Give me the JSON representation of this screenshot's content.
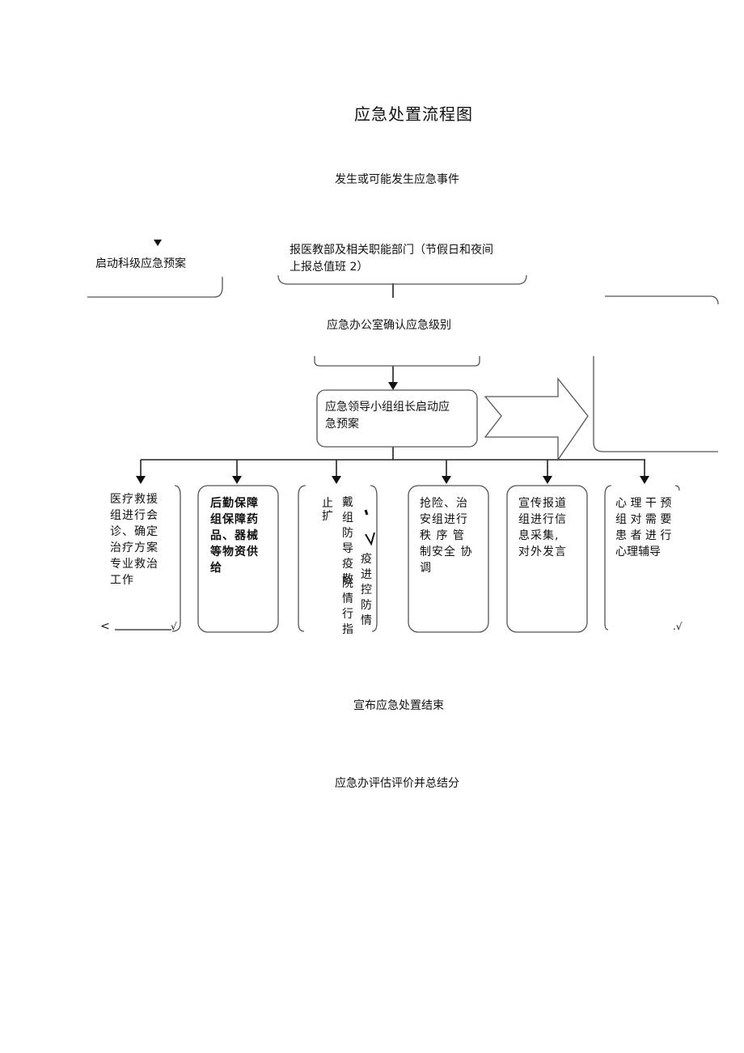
{
  "title": "应急处置流程图",
  "steps": {
    "occur": "发生或可能发生应急事件",
    "report_line1": "报医教部及相关职能部门（节假日和夜间",
    "report_line2": "上报总值班 2）",
    "dept_plan": "启动科级应急预案",
    "confirm_level": "应急办公室确认应急级别",
    "leader_line1": "应急领导小组组长启动应",
    "leader_line2": "急预案",
    "end": "宣布应急处置结束",
    "evaluate": "应急办评估评价并总结分"
  },
  "groups": [
    {
      "lines": [
        "医疗救援",
        "组进行会",
        "诊、确定",
        "治疗方案",
        "专业救治",
        "工作"
      ]
    },
    {
      "lines": [
        "后勤保障",
        "组保障药",
        "品、器械",
        "等物资供",
        "给"
      ]
    },
    {
      "lines": [
        "止",
        "扩"
      ],
      "col2": "戴组防导疫散",
      "col3": "院情行指",
      "col4": "疫进控防情"
    },
    {
      "lines": [
        "抢险、治",
        "安组进行",
        "秩 序 管",
        "制安全 协",
        "调"
      ]
    },
    {
      "lines": [
        "宣传报道",
        "组进行信",
        "息采集,",
        "对外发言"
      ]
    },
    {
      "lines": [
        "心 理 干 预",
        "组 对 需 要",
        "患 者 进 行",
        "心理辅导"
      ]
    }
  ],
  "marks": {
    "left_bottom": "<",
    "check": "√",
    "right_bottom": ".√"
  }
}
